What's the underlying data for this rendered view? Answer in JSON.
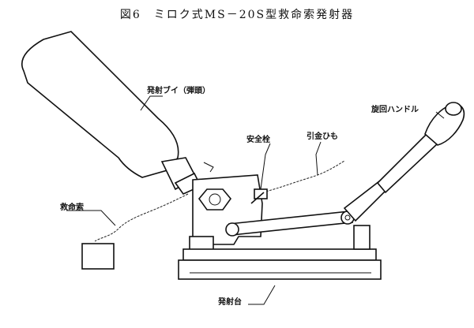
{
  "figure": {
    "title": "図6　ミロク式MS－20S型救命索発射器",
    "labels": {
      "buoy": "発射ブイ（弾頭）",
      "safety_pin": "安全栓",
      "pull_cord": "引金ひも",
      "rotary_handle": "旋回ハンドル",
      "rescue_rope": "救命索",
      "launch_base": "発射台"
    }
  }
}
